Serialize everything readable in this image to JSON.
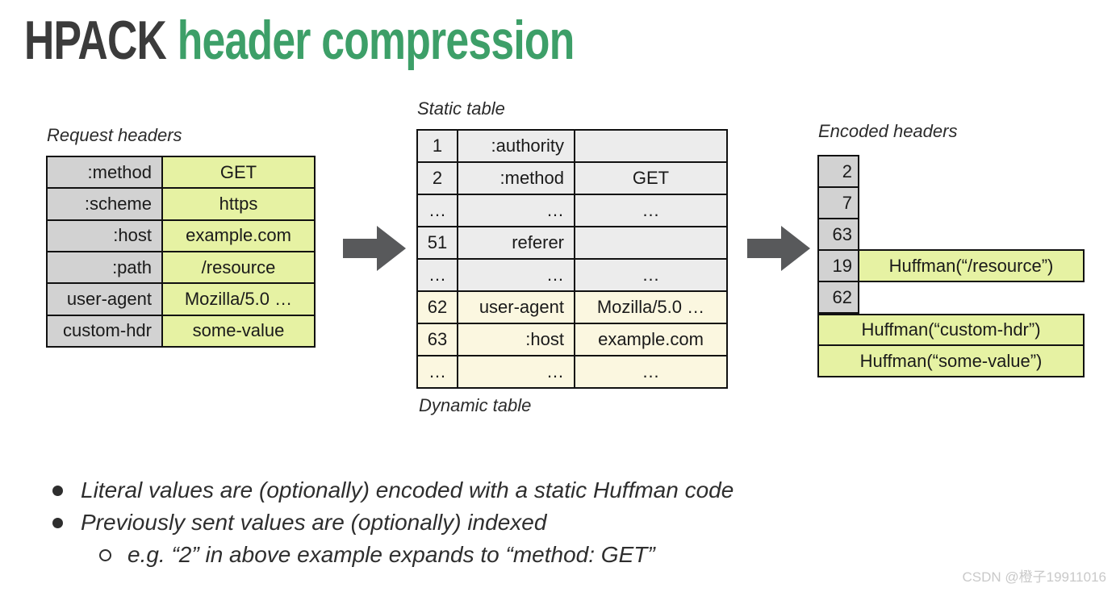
{
  "title": {
    "prefix": "HPACK",
    "accent": "header compression"
  },
  "labels": {
    "request_headers": "Request headers",
    "static_table": "Static table",
    "dynamic_table": "Dynamic table",
    "encoded_headers": "Encoded headers"
  },
  "request_table": {
    "rows": [
      {
        "name": ":method",
        "value": "GET"
      },
      {
        "name": ":scheme",
        "value": "https"
      },
      {
        "name": ":host",
        "value": "example.com"
      },
      {
        "name": ":path",
        "value": "/resource"
      },
      {
        "name": "user-agent",
        "value": "Mozilla/5.0 …"
      },
      {
        "name": "custom-hdr",
        "value": "some-value"
      }
    ]
  },
  "index_table": {
    "rows": [
      {
        "index": "1",
        "name": ":authority",
        "value": "",
        "section": "static"
      },
      {
        "index": "2",
        "name": ":method",
        "value": "GET",
        "section": "static"
      },
      {
        "index": "…",
        "name": "…",
        "value": "…",
        "section": "static"
      },
      {
        "index": "51",
        "name": "referer",
        "value": "",
        "section": "static"
      },
      {
        "index": "…",
        "name": "…",
        "value": "…",
        "section": "static"
      },
      {
        "index": "62",
        "name": "user-agent",
        "value": "Mozilla/5.0 …",
        "section": "dynamic"
      },
      {
        "index": "63",
        "name": ":host",
        "value": "example.com",
        "section": "dynamic"
      },
      {
        "index": "…",
        "name": "…",
        "value": "…",
        "section": "dynamic"
      }
    ]
  },
  "encoded": {
    "indices": [
      "2",
      "7",
      "63",
      "19",
      "62"
    ],
    "huffman_resource": "Huffman(“/resource”)",
    "huffman_custom_hdr": "Huffman(“custom-hdr”)",
    "huffman_some_value": "Huffman(“some-value”)"
  },
  "bullets": {
    "item1": "Literal values are (optionally) encoded with a static Huffman code",
    "item2": "Previously sent values are (optionally) indexed",
    "item2_sub": "e.g. “2” in above example expands to “method: GET”"
  },
  "watermark": "CSDN @橙子19911016",
  "colors": {
    "title_dark": "#3b3b3b",
    "title_accent": "#3d9f68",
    "gray_cell": "#d2d2d2",
    "green_cell": "#e6f2a3",
    "static_row": "#ececec",
    "dynamic_row": "#fbf7e0",
    "arrow": "#58595b",
    "border": "#111111",
    "watermark": "#c9c9c9"
  }
}
